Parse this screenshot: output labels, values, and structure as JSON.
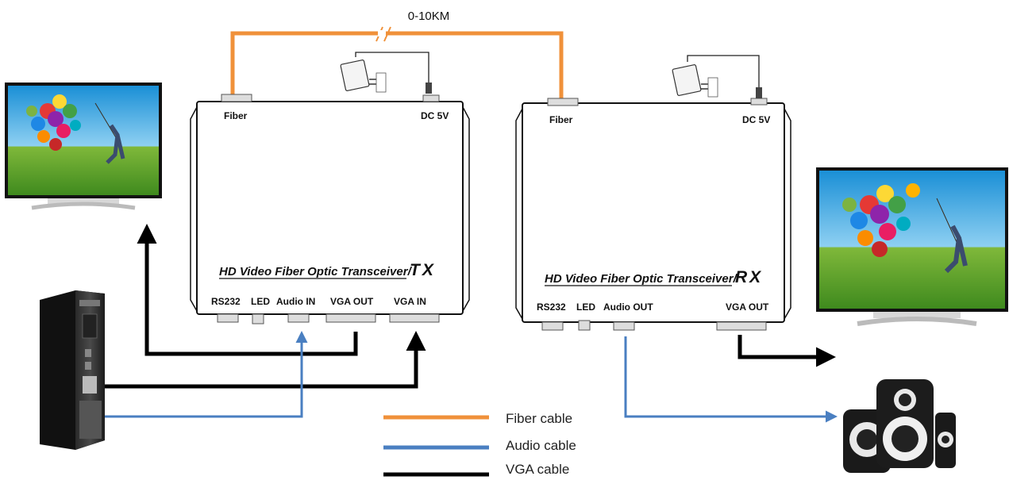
{
  "distance_label": "0-10KM",
  "tx": {
    "title": "HD Video Fiber Optic Transceiver/",
    "mode": "TX",
    "top_ports": {
      "fiber": "Fiber",
      "power": "DC 5V"
    },
    "bottom_ports": {
      "rs232": "RS232",
      "led": "LED",
      "audio": "Audio IN",
      "vga_out": "VGA OUT",
      "vga_in": "VGA IN"
    }
  },
  "rx": {
    "title": "HD Video Fiber Optic Transceiver/",
    "mode": "RX",
    "top_ports": {
      "fiber": "Fiber",
      "power": "DC 5V"
    },
    "bottom_ports": {
      "rs232": "RS232",
      "led": "LED",
      "audio": "Audio OUT",
      "vga_out": "VGA OUT"
    }
  },
  "legend": [
    {
      "label": "Fiber cable",
      "color": "#f0913a"
    },
    {
      "label": "Audio cable",
      "color": "#4a7fc1"
    },
    {
      "label": "VGA cable",
      "color": "#000000"
    }
  ],
  "colors": {
    "fiber": "#f0913a",
    "audio": "#4a7fc1",
    "vga": "#000000"
  },
  "icons": [
    "monitor-icon",
    "desktop-computer-icon",
    "speakers-icon",
    "power-adapter-icon"
  ]
}
